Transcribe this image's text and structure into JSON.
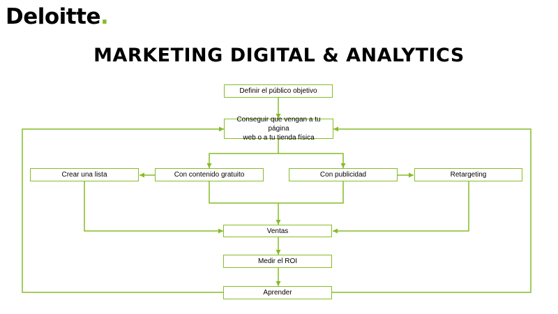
{
  "header": {
    "logo_text": "Deloitte",
    "logo_dot": ".",
    "title": "MARKETING DIGITAL & ANALYTICS"
  },
  "colors": {
    "accent": "#86bc25",
    "text": "#000000",
    "background": "#ffffff"
  },
  "nodes": {
    "publico": "Definir el público objetivo",
    "conseguir_1": "Conseguir que vengan a tu página",
    "conseguir_2": "web o a tu tienda física",
    "lista": "Crear una lista",
    "contenido": "Con contenido gratuito",
    "publicidad": "Con publicidad",
    "retargeting": "Retargeting",
    "ventas": "Ventas",
    "roi": "Medir el ROI",
    "aprender": "Aprender"
  }
}
